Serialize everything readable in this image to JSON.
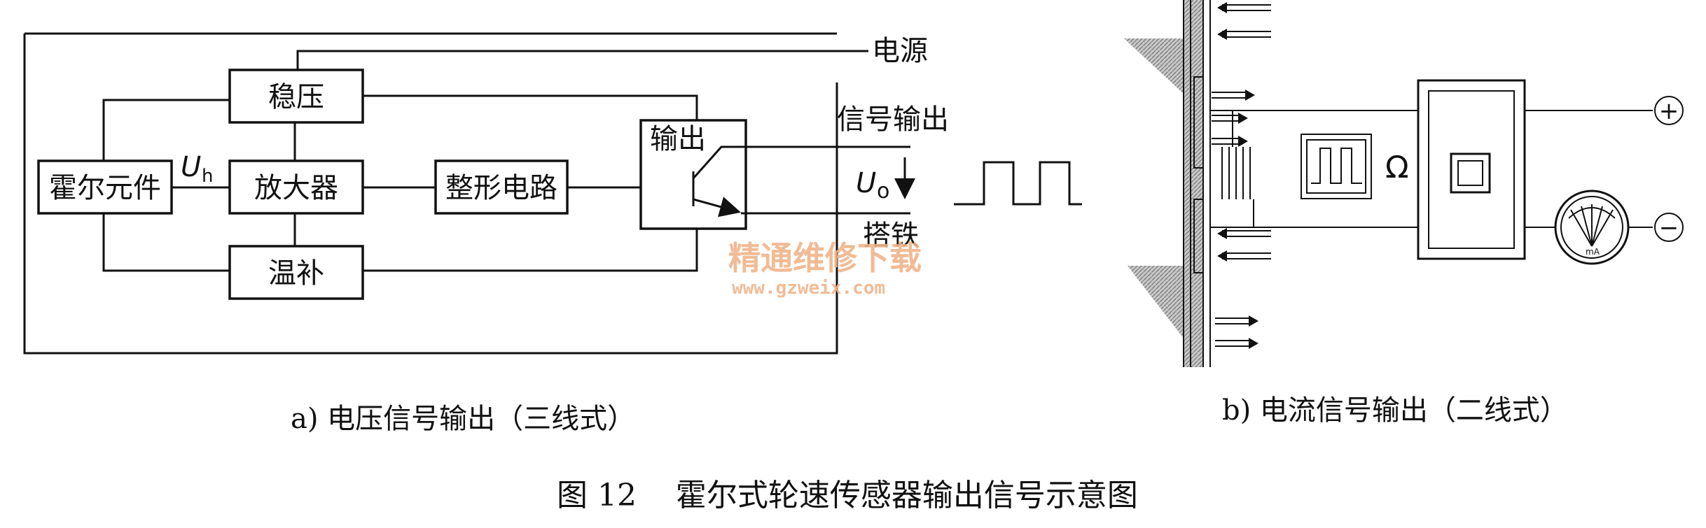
{
  "figure": {
    "caption": "图 12    霍尔式轮速传感器输出信号示意图"
  },
  "panel_a": {
    "caption": "a) 电压信号输出（三线式）",
    "blocks": {
      "hall": "霍尔元件",
      "regulator": "稳压",
      "amplifier": "放大器",
      "temp_comp": "温补",
      "shaping": "整形电路",
      "output": "输出"
    },
    "labels": {
      "power": "电源",
      "signal_out": "信号输出",
      "ground": "搭铁",
      "uh_main": "U",
      "uh_sub": "h",
      "uo_main": "U",
      "uo_sub": "o"
    }
  },
  "panel_b": {
    "caption": "b) 电流信号输出（二线式）",
    "labels": {
      "plus": "+",
      "minus": "−",
      "ohm": "Ω",
      "meter_unit": "mA"
    }
  },
  "watermark": {
    "text": "精通维修下载",
    "url": "www.gzweix.com"
  },
  "colors": {
    "line": "#111111",
    "watermark": "#f0b48a",
    "hatch": "#9a9a9a"
  }
}
